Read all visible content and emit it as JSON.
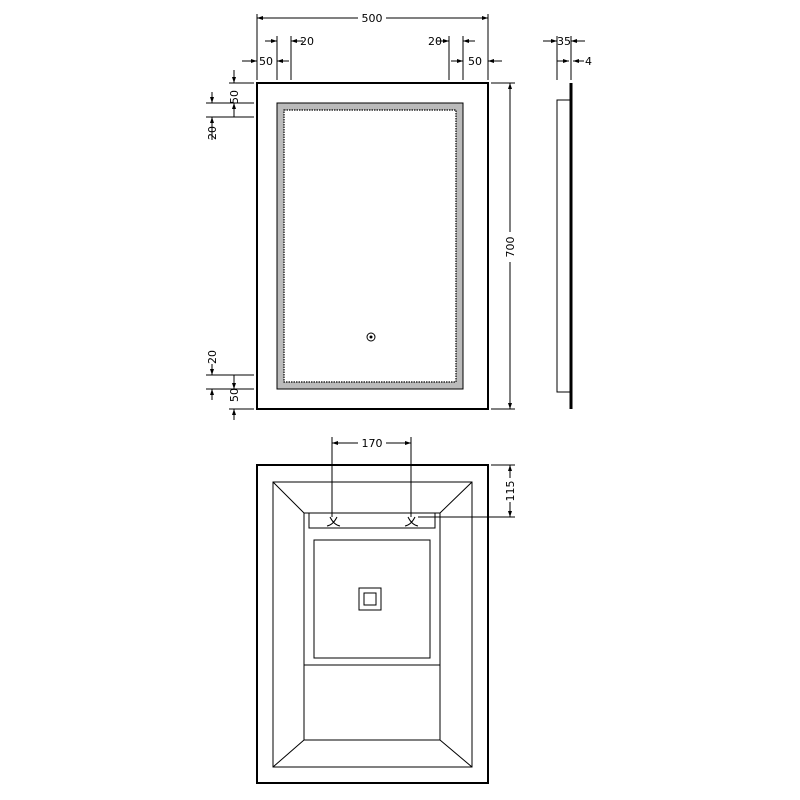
{
  "front_view": {
    "width_label": "500",
    "height_label": "700",
    "left_margin_label": "50",
    "left_led_label": "20",
    "right_led_label": "20",
    "right_margin_label": "50",
    "top_margin_label": "50",
    "top_led_label": "20",
    "bottom_led_label": "20",
    "bottom_margin_label": "50"
  },
  "side_view": {
    "depth_label": "35",
    "glass_label": "4"
  },
  "rear_view": {
    "bracket_spacing_label": "170",
    "bracket_offset_label": "115"
  }
}
